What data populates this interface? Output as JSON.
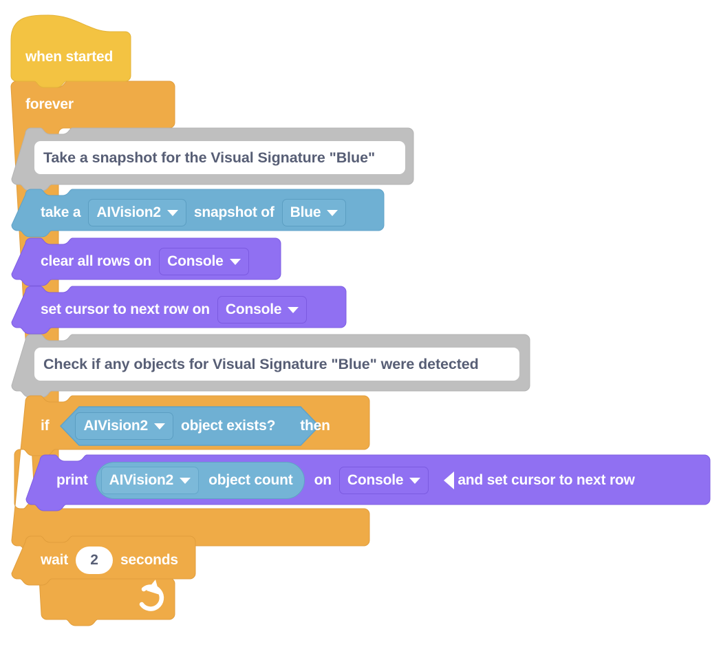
{
  "theme": {
    "hat_color": "#F3C342",
    "control_color": "#EFAB47",
    "comment_color": "#BFBFBF",
    "sensing_color": "#6FB0D3",
    "looks_color": "#9070F2",
    "comment_text_color": "#575E75",
    "block_text_color": "#FFFFFF",
    "background_color": "#FFFFFF"
  },
  "program": {
    "hat": {
      "label": "when started",
      "icon": "hat-block"
    },
    "forever": {
      "label": "forever",
      "loop_icon": "loop-arrow-icon"
    },
    "comment_1": {
      "text": "Take a snapshot for the Visual Signature \"Blue\""
    },
    "snapshot": {
      "prefix": "take a",
      "device": "AIVision2",
      "middle": "snapshot of",
      "signature": "Blue",
      "dropdown_icon": "chevron-down-icon"
    },
    "clear_rows": {
      "prefix": "clear all rows on",
      "target": "Console",
      "dropdown_icon": "chevron-down-icon"
    },
    "set_cursor": {
      "prefix": "set cursor to next row on",
      "target": "Console",
      "dropdown_icon": "chevron-down-icon"
    },
    "comment_2": {
      "text": "Check if any objects for Visual Signature \"Blue\" were detected"
    },
    "if_block": {
      "prefix": "if",
      "suffix": "then",
      "condition": {
        "device": "AIVision2",
        "label": "object exists?",
        "dropdown_icon": "chevron-down-icon"
      }
    },
    "print_block": {
      "prefix": "print",
      "reporter": {
        "device": "AIVision2",
        "label": "object count",
        "dropdown_icon": "chevron-down-icon"
      },
      "middle": "on",
      "target": "Console",
      "newline_icon": "triangle-left-icon",
      "suffix": "and set cursor to next row",
      "dropdown_icon": "chevron-down-icon"
    },
    "wait_block": {
      "prefix": "wait",
      "value": "2",
      "suffix": "seconds"
    }
  }
}
